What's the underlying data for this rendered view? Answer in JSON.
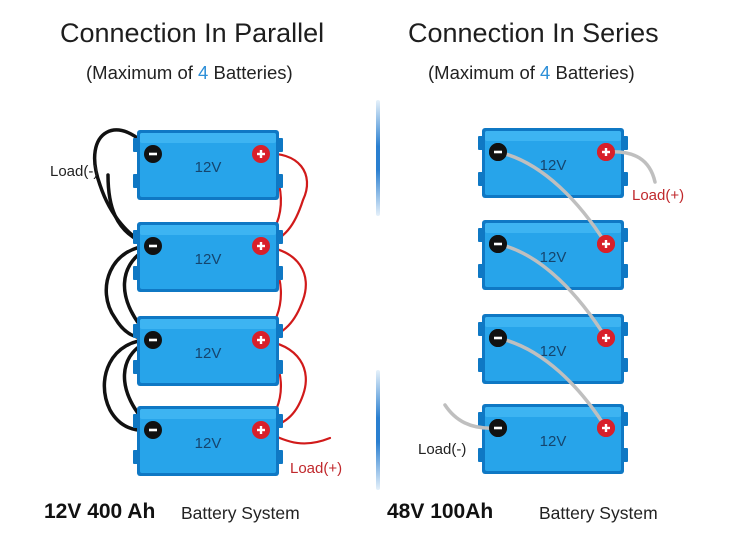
{
  "parallel": {
    "title": "Connection In Parallel",
    "subtitle_prefix": "(Maximum of ",
    "subtitle_count": "4",
    "subtitle_suffix": " Batteries)",
    "battery_label": "12V",
    "battery_count": 4,
    "load_negative": "Load(-)",
    "load_positive": "Load(+)",
    "system_rating": "12V 400 Ah",
    "system_text": "Battery System"
  },
  "series": {
    "title": "Connection In Series",
    "subtitle_prefix": "(Maximum of ",
    "subtitle_count": "4",
    "subtitle_suffix": " Batteries)",
    "battery_label": "12V",
    "battery_count": 4,
    "load_negative": "Load(-)",
    "load_positive": "Load(+)",
    "system_rating": "48V 100Ah",
    "system_text": "Battery System"
  },
  "colors": {
    "battery_body": "#27a4ea",
    "battery_edge": "#0f78c4",
    "positive_terminal": "#d8202a",
    "negative_terminal": "#111111",
    "positive_wire": "#d11a1a",
    "negative_wire": "#111111",
    "series_wire": "#bfbfbf",
    "load_positive_text_parallel": "#c0282c",
    "load_positive_text_series": "#c0282c",
    "accent": "#2d8fd8"
  },
  "icons": {
    "positive": "plus-terminal-icon",
    "negative": "minus-terminal-icon"
  }
}
